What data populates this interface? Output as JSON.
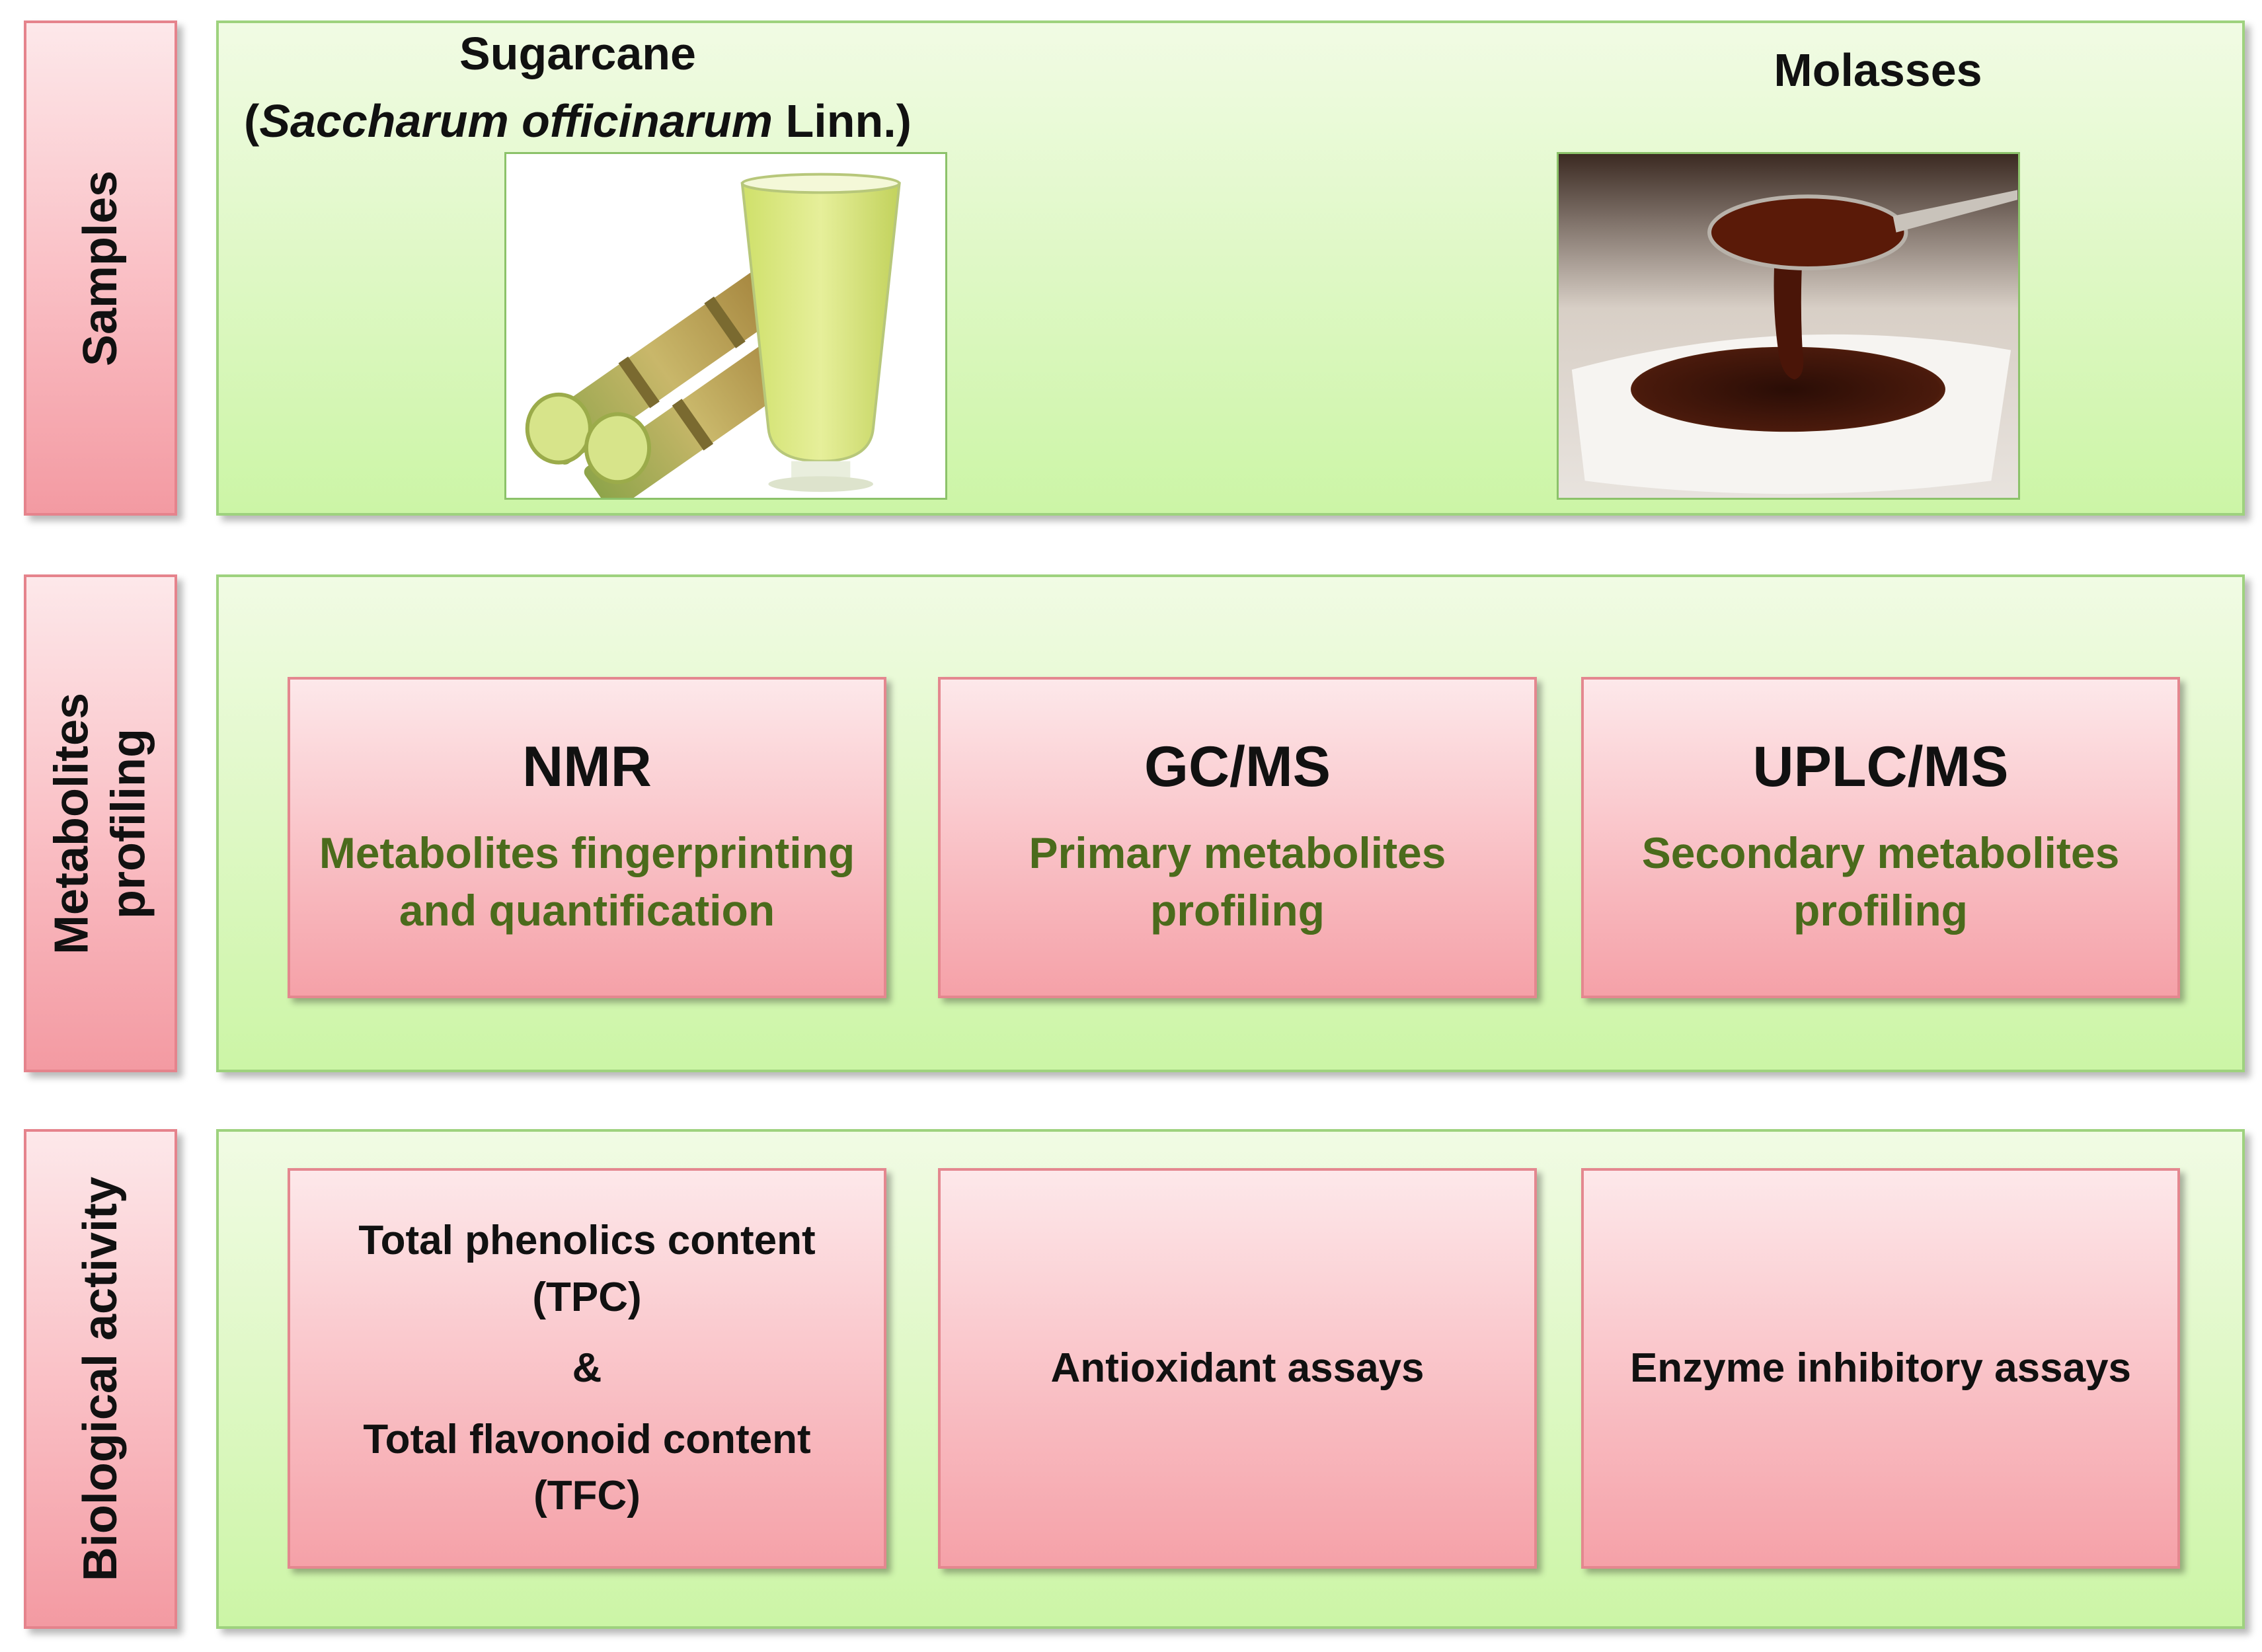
{
  "rows": {
    "samples": {
      "label": "Samples"
    },
    "profiling": {
      "label_line1": "Metabolites",
      "label_line2": "profiling"
    },
    "bioactivity": {
      "label": "Biological activity"
    }
  },
  "samples": {
    "sugarcane": {
      "title": "Sugarcane",
      "sci_open": "(",
      "sci_name": "Saccharum officinarum",
      "sci_author": " Linn.)"
    },
    "molasses": {
      "title": "Molasses"
    }
  },
  "profiling": [
    {
      "title": "NMR",
      "subtitle": "Metabolites  fingerprinting\nand quantification"
    },
    {
      "title": "GC/MS",
      "subtitle": "Primary metabolites\nprofiling"
    },
    {
      "title": "UPLC/MS",
      "subtitle": "Secondary metabolites\nprofiling"
    }
  ],
  "bioactivity": {
    "tpc_line1": "Total  phenolics  content",
    "tpc_line2": "(TPC)",
    "amp": "&",
    "tfc_line1": "Total  flavonoid  content",
    "tfc_line2": "(TFC)",
    "antioxidant": "Antioxidant  assays",
    "enzyme": "Enzyme  inhibitory  assays"
  },
  "colors": {
    "panel_fill": "#ccf5a6",
    "panel_border": "#9ed27e",
    "box_fill": "#f9c0c5",
    "box_border": "#e4878f",
    "subtitle_text": "#4b6b1c"
  }
}
